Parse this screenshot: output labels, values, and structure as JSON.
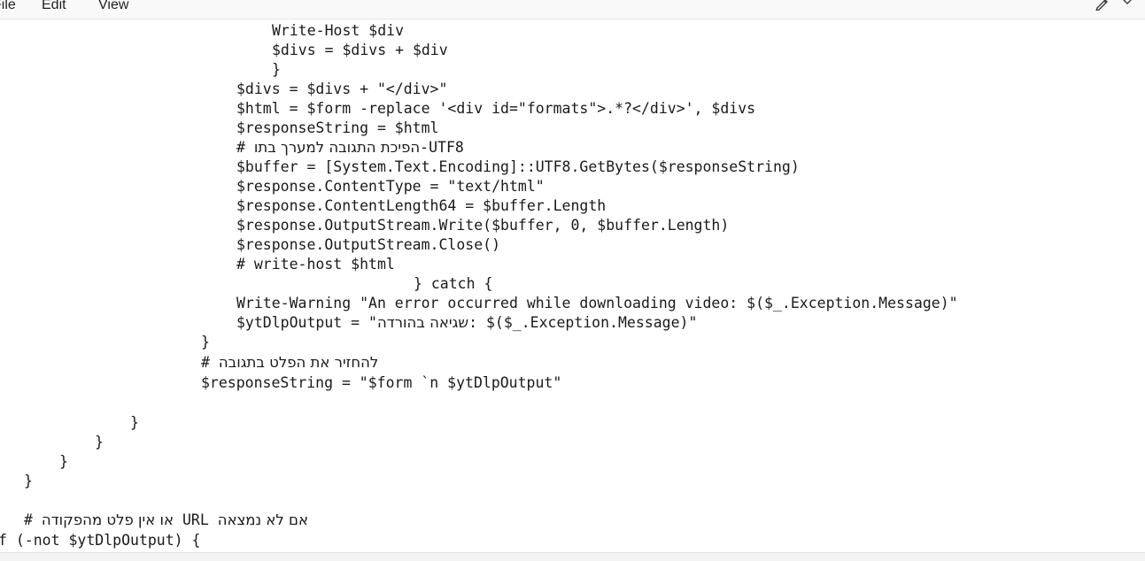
{
  "menu": {
    "file": "File",
    "edit": "Edit",
    "view": "View"
  },
  "icons": {
    "pen": "pen-icon",
    "chevron": "chevron-down-icon"
  },
  "colors": {
    "text": "#1a1a1a",
    "menubar": "#f9f9f9",
    "editor_bg": "#ffffff"
  },
  "code": {
    "line_01": "Write-Host $div",
    "line_02": "$divs = $divs + $div",
    "line_03": "}",
    "line_04": "$divs = $divs + \"</div>\"",
    "line_05": "$html = $form -replace '<div id=\"formats\">.*?</div>', $divs",
    "line_06": "$responseString = $html",
    "line_07_hash": "# ",
    "line_07_heb": "הפיכת התגובה למערך בתו",
    "line_07_tail": "-UTF8",
    "line_08": "$buffer = [System.Text.Encoding]::UTF8.GetBytes($responseString)",
    "line_09": "$response.ContentType = \"text/html\"",
    "line_10": "$response.ContentLength64 = $buffer.Length",
    "line_11": "$response.OutputStream.Write($buffer, 0, $buffer.Length)",
    "line_12": "$response.OutputStream.Close()",
    "line_13": "# write-host $html",
    "line_14": "} catch {",
    "line_15": "Write-Warning \"An error occurred while downloading video: $($_.Exception.Message)\"",
    "line_16_head": "$ytDlpOutput = \"",
    "line_16_heb": "שגיאה בהורדה",
    "line_16_tail": ": $($_.Exception.Message)\"",
    "line_17": "}",
    "line_18_hash": "# ",
    "line_18_heb": "להחזיר את הפלט בתגובה",
    "line_19": "$responseString = \"$form `n $ytDlpOutput\"",
    "line_20": "}",
    "line_21": "}",
    "line_22": "}",
    "line_23": "}",
    "line_24_hash": "# ",
    "line_24_heb": "או אין פלט מהפקודה",
    "line_24_url": " URL ",
    "line_24_heb2": "אם לא נמצאה",
    "line_25": "f (-not $ytDlpOutput) {"
  }
}
